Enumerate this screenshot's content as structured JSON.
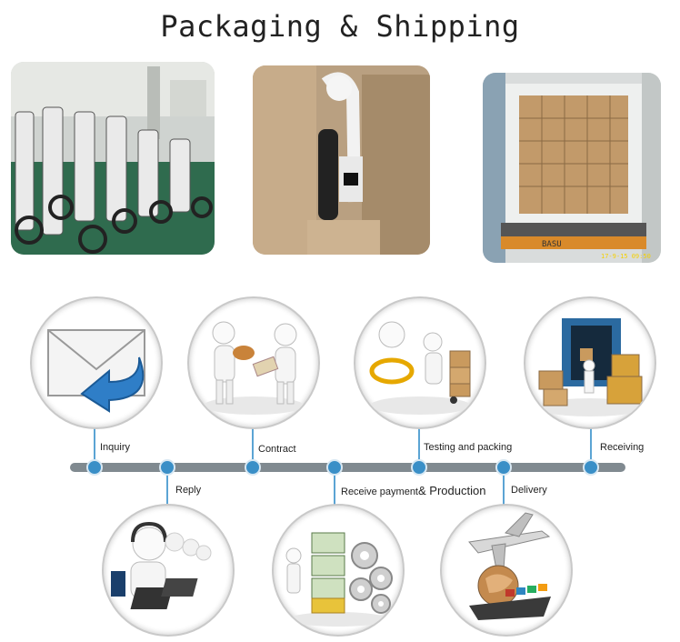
{
  "title": "Packaging & Shipping",
  "photos": {
    "container_stamp": "17-9-15 09:50",
    "container_code": "BASU"
  },
  "timeline": {
    "steps_top": [
      {
        "label": "Inquiry",
        "icon": "envelope-reply-icon"
      },
      {
        "label": "Contract",
        "icon": "handshake-figures-icon"
      },
      {
        "label": "Testing and packing",
        "icon": "packing-figures-icon"
      },
      {
        "label": "Receiving",
        "icon": "container-boxes-icon"
      }
    ],
    "steps_bottom": [
      {
        "label": "Reply",
        "icon": "call-center-icon"
      },
      {
        "label_small": "Receive payment",
        "label_big": "& Production",
        "icon": "money-gears-icon"
      },
      {
        "label": "Delivery",
        "icon": "plane-ship-globe-icon"
      }
    ]
  },
  "colors": {
    "timeline_bar": "#808a90",
    "timeline_dot": "#3a8fc7",
    "connector": "#5ba4d4"
  }
}
